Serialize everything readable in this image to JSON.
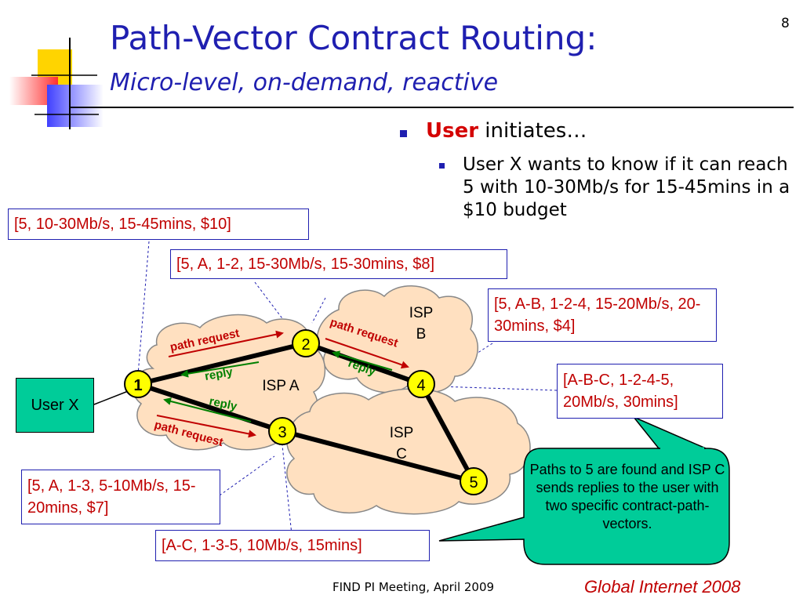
{
  "slide": {
    "title": "Path-Vector Contract Routing:",
    "subtitle": "Micro-level, on-demand, reactive",
    "number": "8"
  },
  "bullets": {
    "main_bold": "User",
    "main_rest": " initiates…",
    "sub": "User X wants to know if it can reach 5 with 10-30Mb/s for 15-45mins in a $10 budget"
  },
  "boxes": {
    "request": "[5, 10-30Mb/s, 15-45mins, $10]",
    "isp_a_path_1_2": "[5, A, 1-2, 15-30Mb/s, 15-30mins, $8]",
    "isp_b_path": "[5, A-B, 1-2-4, 15-20Mb/s, 20-30mins, $4]",
    "reply_abc": "[A-B-C, 1-2-4-5, 20Mb/s, 30mins]",
    "isp_a_path_1_3": "[5, A, 1-3, 5-10Mb/s, 15-20mins, $7]",
    "reply_ac": "[A-C, 1-3-5, 10Mb/s, 15mins]"
  },
  "user_label": "User X",
  "callout": "Paths to 5 are found and ISP C sends replies to the user with two specific contract-path-vectors.",
  "clouds": {
    "isp_a": "ISP A",
    "isp_b_line1": "ISP",
    "isp_b_line2": "B",
    "isp_c_line1": "ISP",
    "isp_c_line2": "C"
  },
  "nodes": [
    "1",
    "2",
    "3",
    "4",
    "5"
  ],
  "arrows": {
    "path_request": "path request",
    "reply": "reply"
  },
  "footer": {
    "left": "FIND PI Meeting, April 2009",
    "right": "Global Internet 2008"
  },
  "colors": {
    "title": "#1f1fb0",
    "accent_red": "#c00000",
    "user_box": "#00cc99",
    "callout": "#00cc99",
    "node": "#ffff00",
    "cloud": "#ffe0c0",
    "reply_arrow": "#008000"
  }
}
